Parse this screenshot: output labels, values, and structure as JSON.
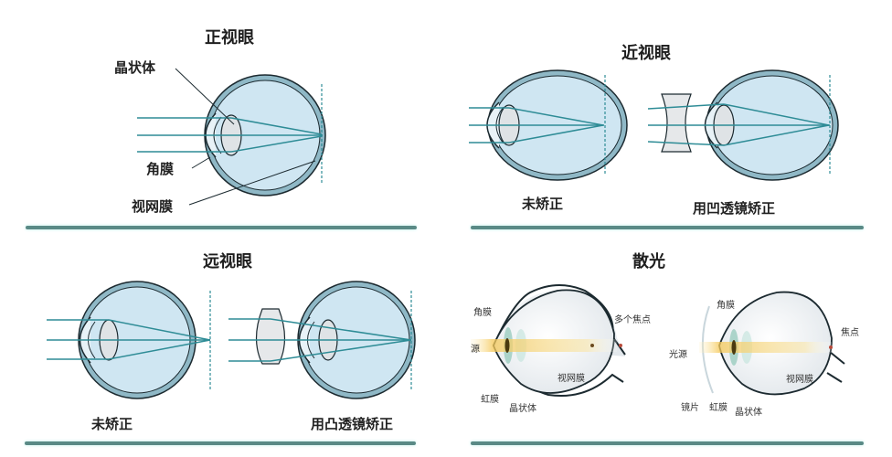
{
  "panels": {
    "normal": {
      "title": "正视眼",
      "labels": {
        "lens": "晶状体",
        "cornea": "角膜",
        "retina": "视网膜"
      }
    },
    "myopia": {
      "title": "近视眼",
      "uncorrected": "未矫正",
      "corrected": "用凹透镜矫正"
    },
    "hyperopia": {
      "title": "远视眼",
      "uncorrected": "未矫正",
      "corrected": "用凸透镜矫正"
    },
    "astigmatism": {
      "title": "散光",
      "left": {
        "cornea": "角膜",
        "iris": "虹膜",
        "lens": "晶状体",
        "retina": "视网膜",
        "multi_focus": "多个焦点",
        "light_source": "源"
      },
      "right": {
        "cornea": "角膜",
        "iris": "虹膜",
        "lens": "晶状体",
        "retina": "视网膜",
        "focus": "焦点",
        "light_source": "光源",
        "glasses": "镜片"
      }
    }
  },
  "colors": {
    "eye_fill": "#cfe6f2",
    "sclera": "#8fb8c6",
    "ray": "#2e8c96",
    "divider": "#5a8a86",
    "outline": "#1c2a30",
    "beam": "#f3cf6a"
  }
}
